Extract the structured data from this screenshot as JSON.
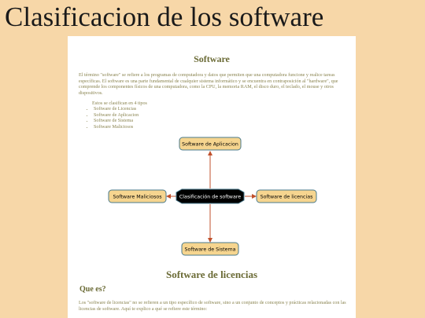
{
  "slide": {
    "title": "Clasificacion de los software"
  },
  "document": {
    "heading": "Software",
    "intro": "El término \"software\" se refiere a los programas de computadora y datos que permiten que una computadora funcione y realice tareas específicas. El software es una parte fundamental de cualquier sistema informático y se encuentra en contraposición al \"hardware\", que comprende los componentes físicos de una computadora, como la CPU, la memoria RAM, el disco duro, el teclado, el mouse y otros dispositivos.",
    "list_intro": "Estos se clasifican en 4 tipos",
    "types": [
      "Software de Licencias",
      "Software de Aplicacion",
      "Software de Sistema",
      "Software Maliciosos"
    ],
    "diagram": {
      "center": "Clasificación de software",
      "top": "Software de Aplicacion",
      "left": "Software Maliciosos",
      "right": "Software de licencias",
      "bottom": "Software de Sistema",
      "colors": {
        "node_fill": "#f6d58f",
        "node_border": "#4a7a8c",
        "center_fill": "#000000",
        "center_text": "#ffffff",
        "arrow": "#c0502c"
      }
    },
    "section_heading": "Software de licencias",
    "sub_heading": "Que es?",
    "paragraph": "Los \"software de licencias\" no se refieren a un tipo específico de software, sino a un conjunto de conceptos y prácticas relacionadas con las licencias de software. Aquí te explico a qué se refiere este término:"
  }
}
